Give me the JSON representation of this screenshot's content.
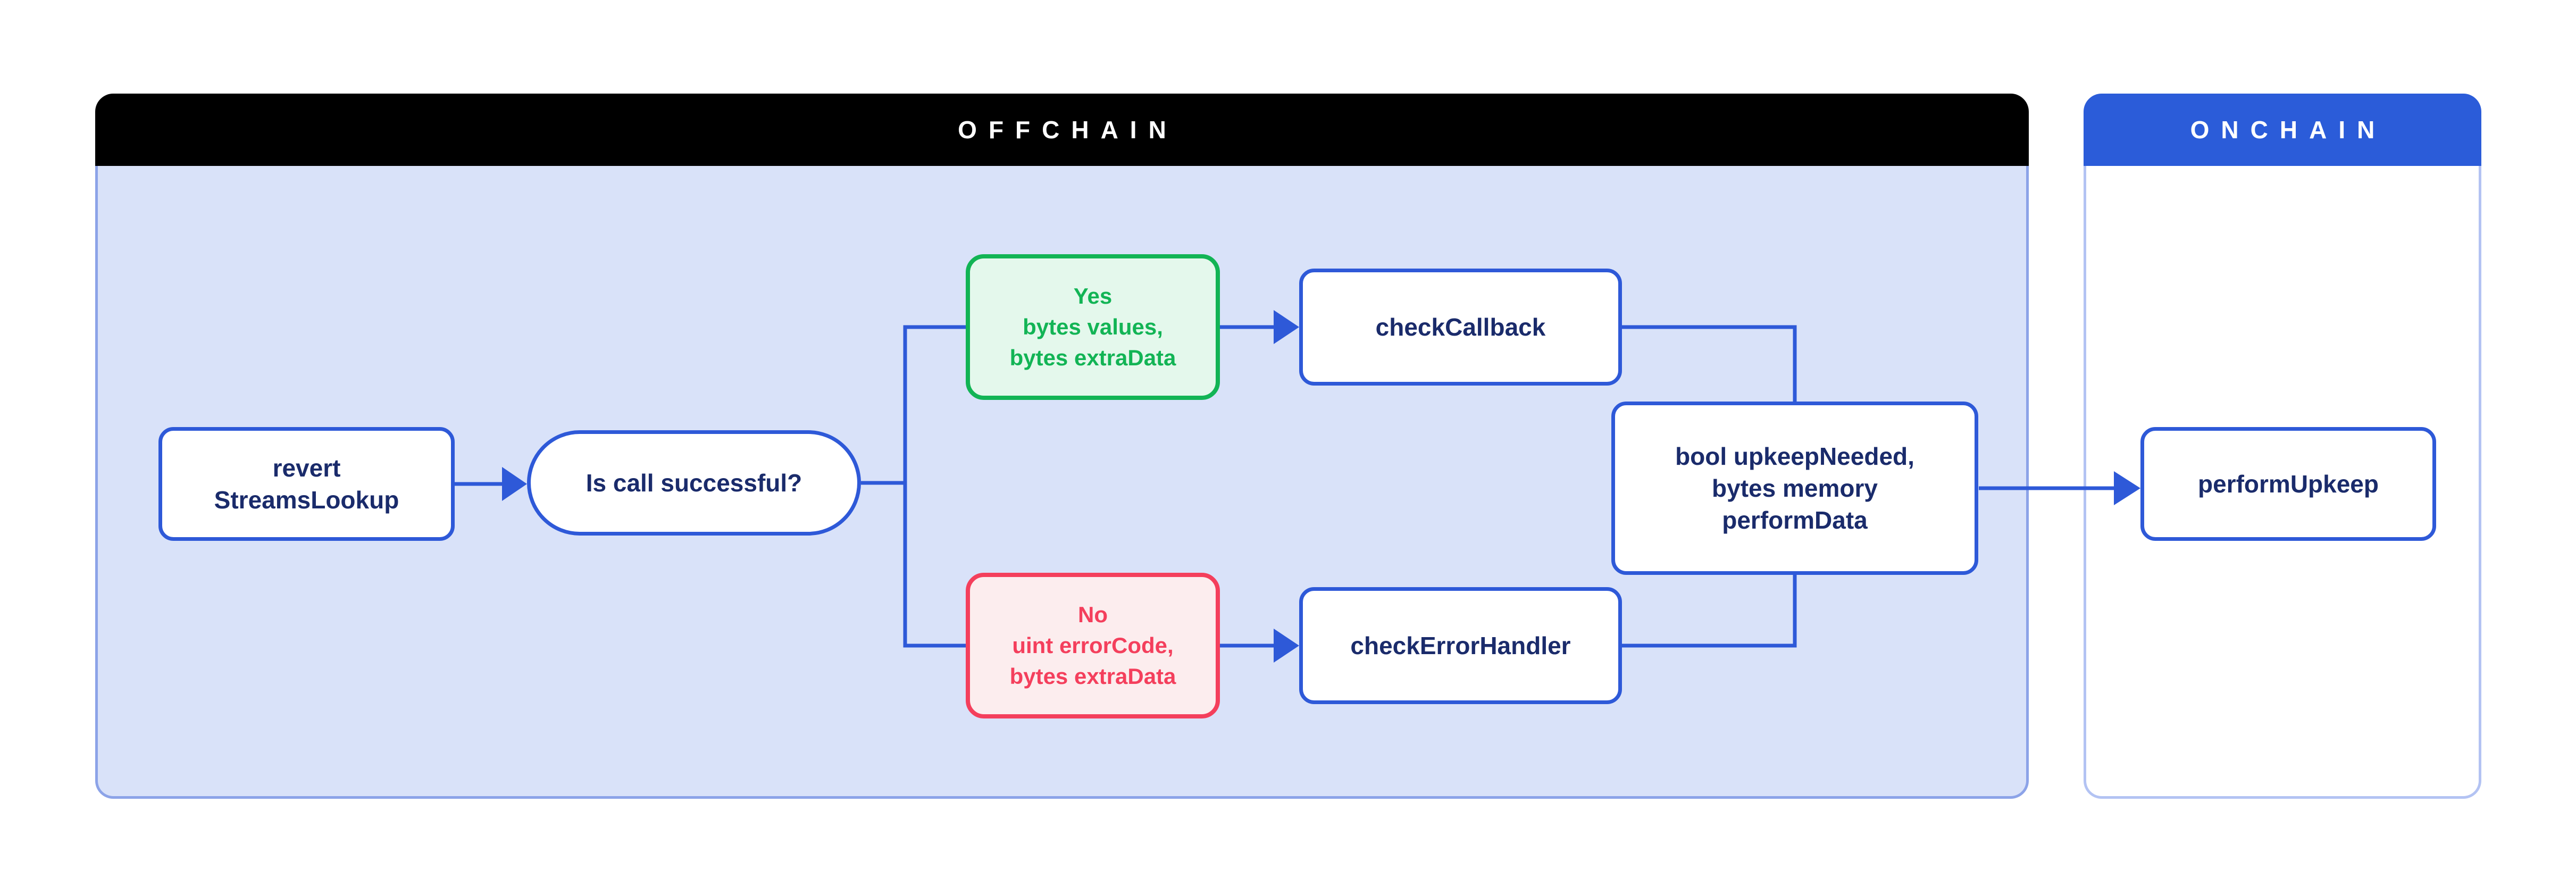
{
  "diagram": {
    "offchain": {
      "title": "OFFCHAIN"
    },
    "onchain": {
      "title": "ONCHAIN"
    },
    "nodes": {
      "revert": {
        "lines": [
          "revert",
          "StreamsLookup"
        ]
      },
      "question": {
        "label": "Is call successful?"
      },
      "yes": {
        "lines": [
          "Yes",
          "bytes values,",
          "bytes extraData"
        ]
      },
      "check_callback": {
        "label": "checkCallback"
      },
      "no": {
        "lines": [
          "No",
          "uint errorCode,",
          "bytes extraData"
        ]
      },
      "check_error_handler": {
        "label": "checkErrorHandler"
      },
      "upkeep": {
        "lines": [
          "bool upkeepNeeded,",
          "bytes memory",
          "performData"
        ]
      },
      "perform_upkeep": {
        "label": "performUpkeep"
      }
    },
    "colors": {
      "canvas_bg": "#FFFFFF",
      "offchain_header_bg": "#000000",
      "offchain_header_text": "#FFFFFF",
      "offchain_fill": "#D9E2F9",
      "offchain_border": "#8CA3E8",
      "onchain_header_bg": "#2B5CD9",
      "onchain_header_text": "#FFFFFF",
      "onchain_fill": "#FFFFFF",
      "onchain_border": "#B3C3F3",
      "node_border": "#2E59D8",
      "node_fill": "#FFFFFF",
      "node_text": "#1A2B6B",
      "connector": "#2E59D8",
      "yes_fill": "#E4F8EC",
      "yes_accent": "#12B455",
      "no_fill": "#FCEDEE",
      "no_accent": "#F43F5C"
    }
  }
}
